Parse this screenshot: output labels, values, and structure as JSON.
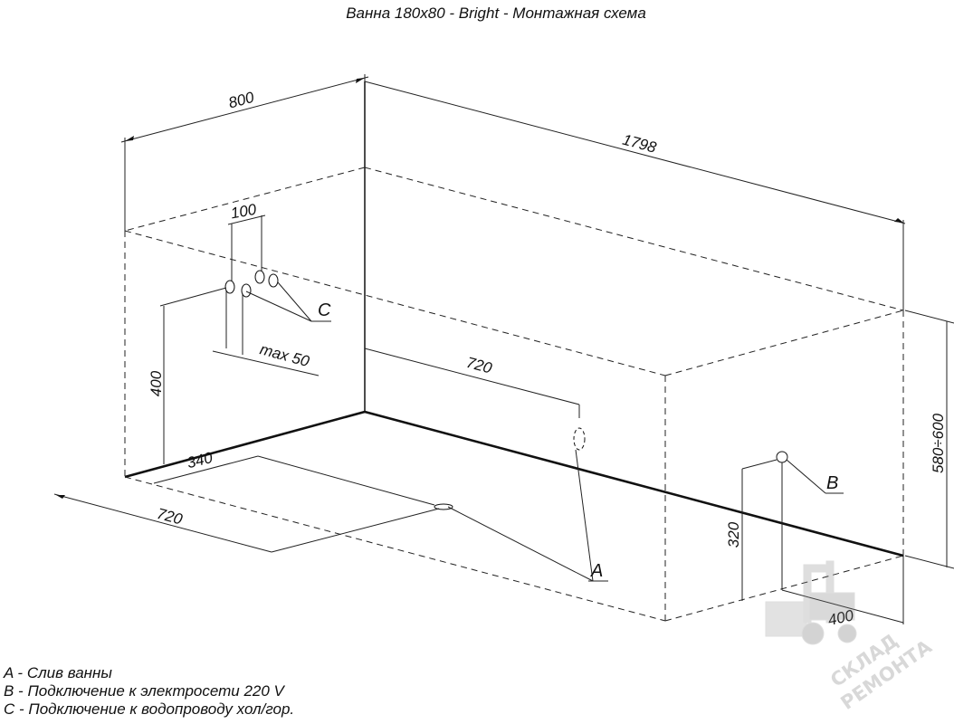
{
  "title": "Ванна 180x80 - Bright - Монтажная схема",
  "dimensions": {
    "width": "800",
    "length": "1798",
    "pipe_spacing": "100",
    "pipe_offset": "max 50",
    "pipe_height": "400",
    "drain_from_wall": "720",
    "drain_side_distance": "340",
    "drain_floor_distance": "720",
    "total_height": "580÷600",
    "electric_height": "320",
    "electric_offset": "400"
  },
  "markers": {
    "a": "A",
    "b": "B",
    "c": "C"
  },
  "legend": [
    "A - Слив ванны",
    "B - Подключение к электросети 220 V",
    "C - Подключение к водопроводу хол/гор."
  ],
  "watermark": {
    "line1": "СКЛАД",
    "line2": "РЕМОНТА"
  }
}
